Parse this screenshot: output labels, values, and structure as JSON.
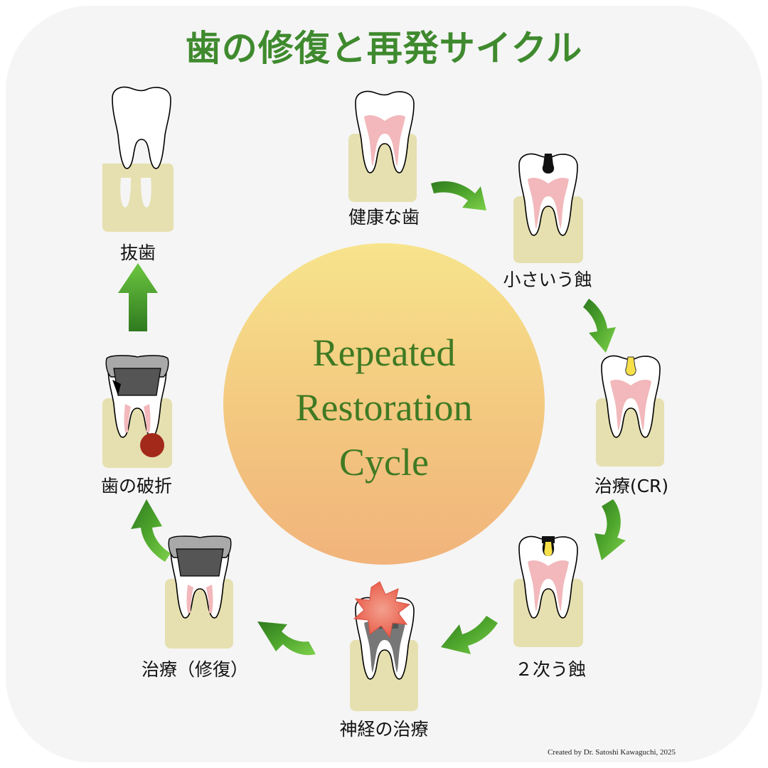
{
  "title": "歯の修復と再発サイクル",
  "center": {
    "lines": [
      "Repeated",
      "Restoration",
      "Cycle"
    ]
  },
  "stages": [
    {
      "key": "healthy",
      "label": "健康な歯"
    },
    {
      "key": "small_caries",
      "label": "小さいう蝕"
    },
    {
      "key": "treatment_cr",
      "label": "治療(CR)"
    },
    {
      "key": "secondary_caries",
      "label": "２次う蝕"
    },
    {
      "key": "nerve_treatment",
      "label": "神経の治療"
    },
    {
      "key": "treatment_restoration",
      "label": "治療（修復）"
    },
    {
      "key": "tooth_fracture",
      "label": "歯の破折"
    },
    {
      "key": "extraction",
      "label": "抜歯"
    }
  ],
  "credit": "Created by Dr. Satoshi Kawaguchi, 2025",
  "colors": {
    "title": "#3f8a2e",
    "arrow": "#4ea62d",
    "gum": "#e6e0b0",
    "pulp": "#f2b8bb",
    "caries": "#111111",
    "resin": "#f7e04a",
    "crown_metal": "#a9a9a9",
    "infection": "#a32a1a",
    "pain": "#ee6f5f"
  }
}
